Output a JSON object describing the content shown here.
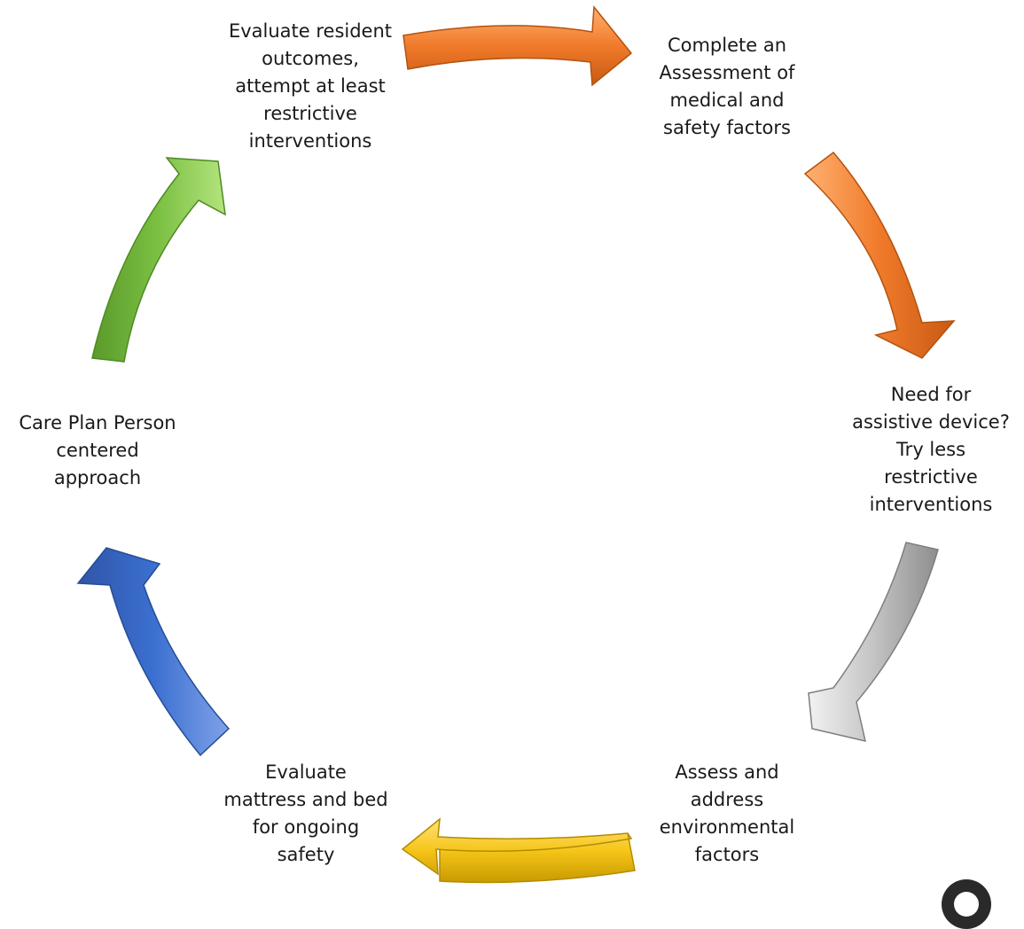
{
  "diagram": {
    "steps": [
      {
        "label": "Evaluate resident\noutcomes,\nattempt at least\nrestrictive\ninterventions"
      },
      {
        "label": "Complete an\nAssessment of\nmedical and\nsafety factors"
      },
      {
        "label": "Need for\nassistive device?\nTry less\nrestrictive\ninterventions"
      },
      {
        "label": "Assess and\naddress\nenvironmental\nfactors"
      },
      {
        "label": "Evaluate\nmattress and bed\nfor ongoing\nsafety"
      },
      {
        "label": "Care Plan Person\ncentered\napproach"
      }
    ],
    "arrows": [
      {
        "from_step": "Evaluate resident outcomes",
        "to_step": "Complete an Assessment",
        "color": "#F07A2A"
      },
      {
        "from_step": "Complete an Assessment",
        "to_step": "Need for assistive device",
        "color": "#F07A2A"
      },
      {
        "from_step": "Need for assistive device",
        "to_step": "Assess and address environmental factors",
        "color": "#C4C4C4"
      },
      {
        "from_step": "Assess and address environmental factors",
        "to_step": "Evaluate mattress and bed",
        "color": "#F5C518"
      },
      {
        "from_step": "Evaluate mattress and bed",
        "to_step": "Care Plan Person centered approach",
        "color": "#3B6FD0"
      },
      {
        "from_step": "Care Plan Person centered approach",
        "to_step": "Evaluate resident outcomes",
        "color": "#7BC043"
      }
    ]
  }
}
